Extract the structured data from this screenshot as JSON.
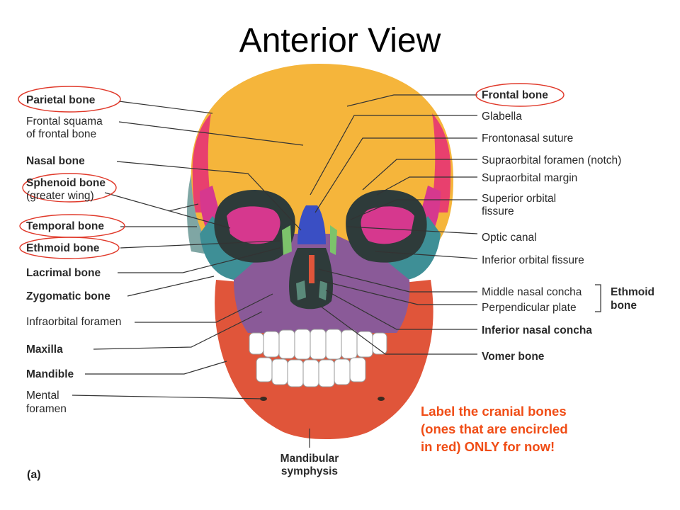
{
  "title": "Anterior View",
  "labels": {
    "parietal_bone": "Parietal bone",
    "frontal_squama_1": "Frontal squama",
    "frontal_squama_2": "of frontal bone",
    "nasal_bone": "Nasal bone",
    "sphenoid_bone": "Sphenoid bone",
    "sphenoid_sub": "(greater wing)",
    "temporal_bone": "Temporal bone",
    "ethmoid_bone": "Ethmoid bone",
    "lacrimal_bone": "Lacrimal bone",
    "zygomatic_bone": "Zygomatic bone",
    "infraorbital_foramen": "Infraorbital foramen",
    "maxilla": "Maxilla",
    "mandible": "Mandible",
    "mental_1": "Mental",
    "mental_2": "foramen",
    "frontal_bone": "Frontal bone",
    "glabella": "Glabella",
    "frontonasal_suture": "Frontonasal suture",
    "supraorbital_foramen": "Supraorbital foramen (notch)",
    "supraorbital_margin": "Supraorbital margin",
    "superior_orbital_1": "Superior orbital",
    "superior_orbital_2": "fissure",
    "optic_canal": "Optic canal",
    "inferior_orbital_fissure": "Inferior orbital fissure",
    "middle_nasal_concha": "Middle nasal concha",
    "perpendicular_plate": "Perpendicular plate",
    "ethmoid_group_1": "Ethmoid",
    "ethmoid_group_2": "bone",
    "inferior_nasal_concha": "Inferior nasal concha",
    "vomer_bone": "Vomer bone",
    "mandibular_1": "Mandibular",
    "mandibular_2": "symphysis"
  },
  "panel_label": "(a)",
  "note": "Label the cranial bones\n(ones that are encircled\nin red) ONLY for now!",
  "colors": {
    "frontal": "#f5b53b",
    "parietal": "#e8406e",
    "temporal": "#7fa6a4",
    "sphenoid": "#d6388e",
    "zygomatic": "#3e8f96",
    "maxilla": "#8a5a98",
    "mandible": "#e0553a",
    "nasal": "#3a4fc4",
    "ethmoid": "#7cc36b",
    "orbit": "#2e3b3a",
    "circle": "#e0392a",
    "note": "#f04d16"
  }
}
